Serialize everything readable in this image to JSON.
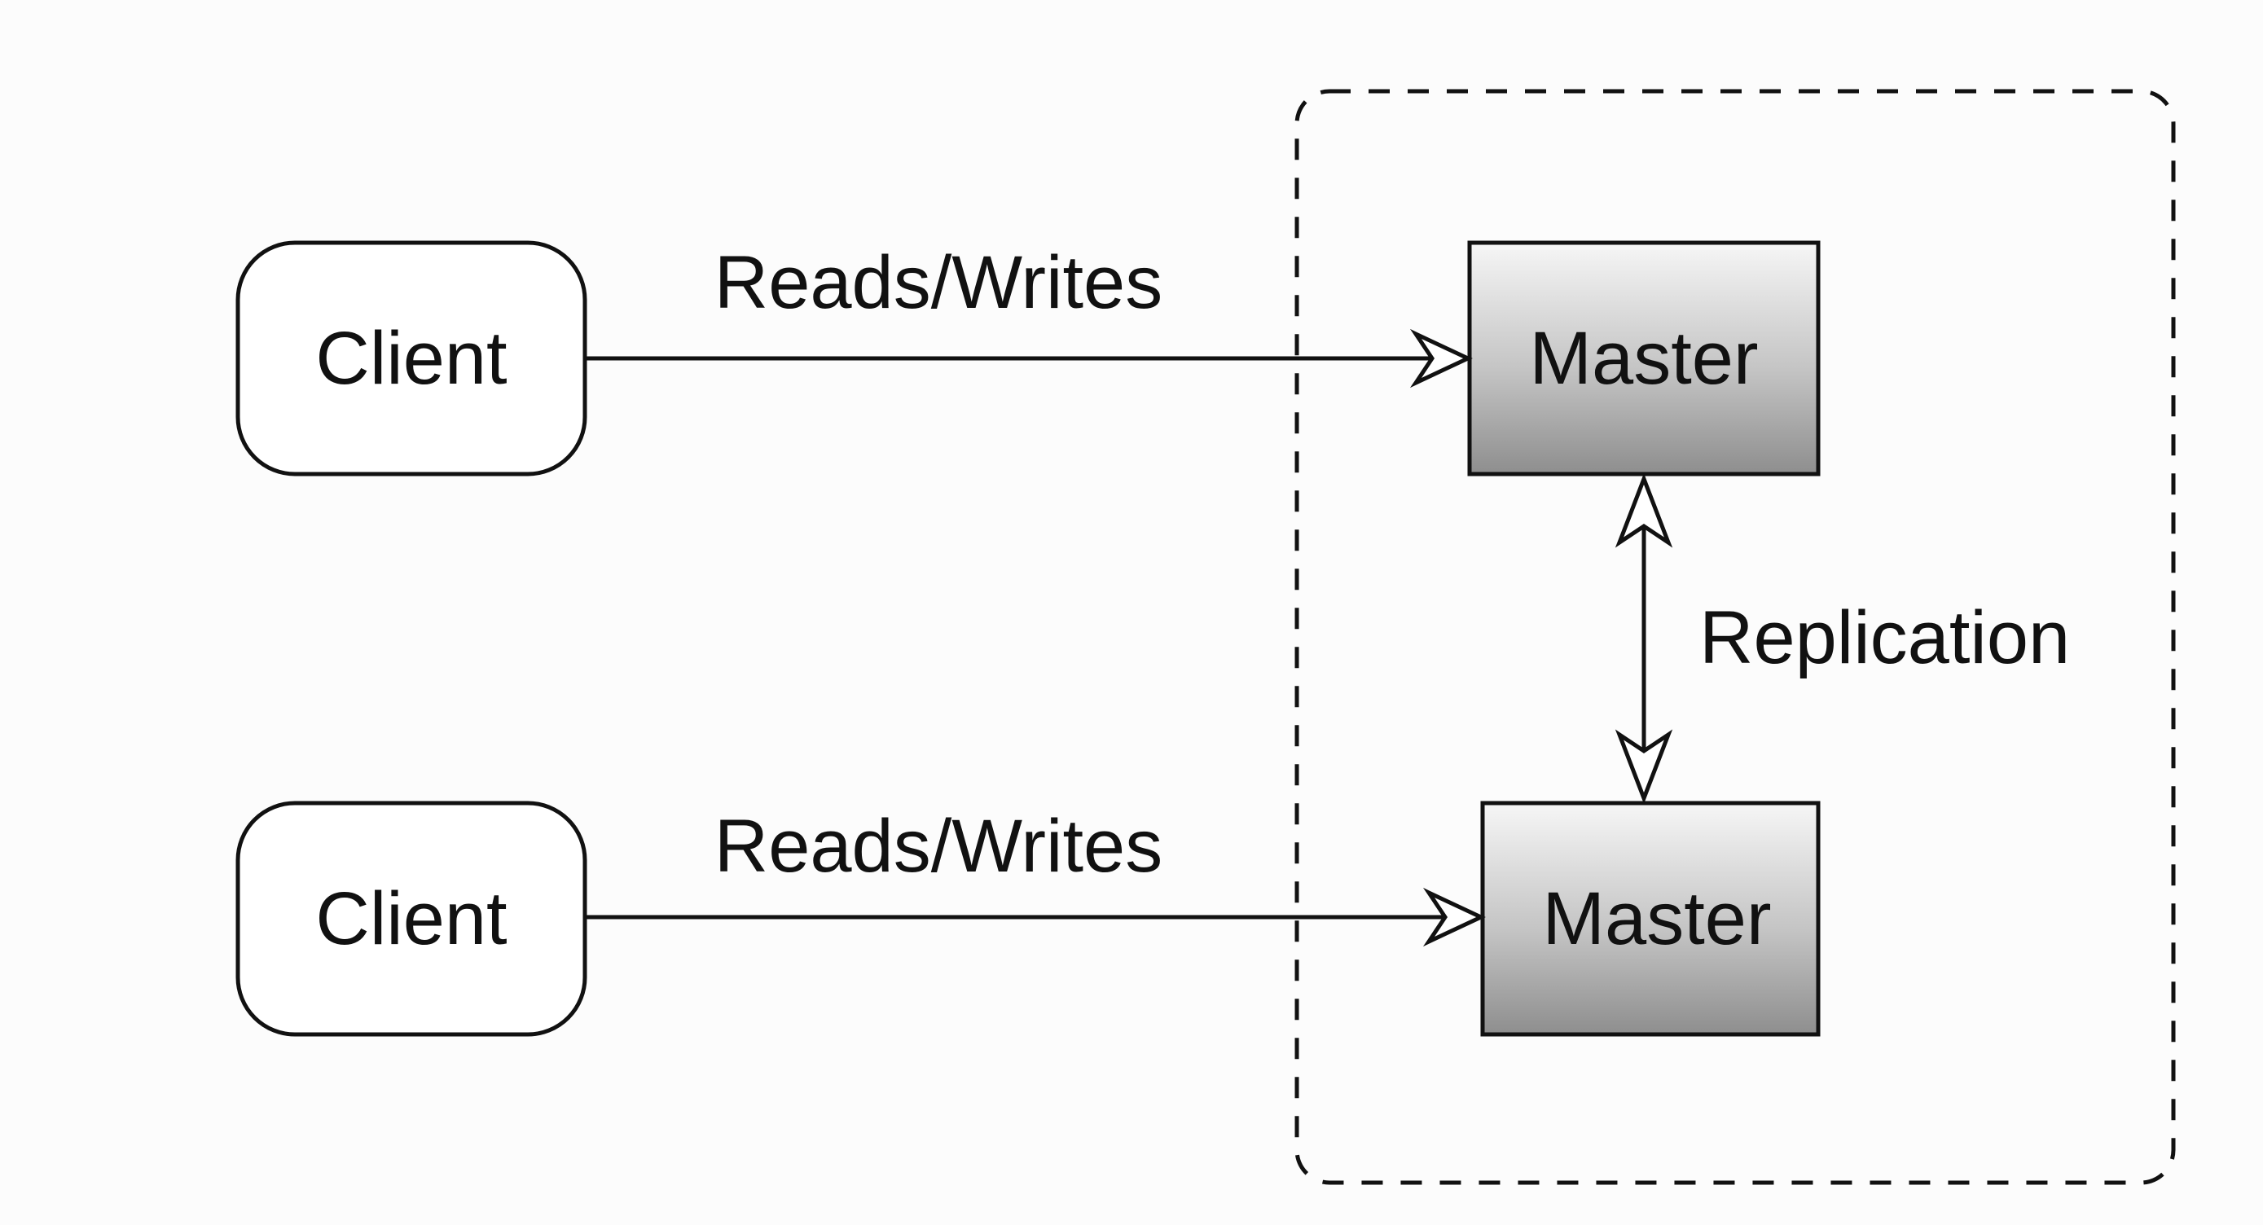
{
  "nodes": {
    "client_top": {
      "label": "Client"
    },
    "client_bottom": {
      "label": "Client"
    },
    "master_top": {
      "label": "Master"
    },
    "master_bottom": {
      "label": "Master"
    }
  },
  "edges": {
    "top_link": {
      "label": "Reads/Writes"
    },
    "bottom_link": {
      "label": "Reads/Writes"
    },
    "replication": {
      "label": "Replication"
    }
  },
  "colors": {
    "stroke": "#111111",
    "background": "#fcfcfc",
    "master_fill_top": "#f6f6f6",
    "master_fill_bottom": "#8e8e8e"
  }
}
